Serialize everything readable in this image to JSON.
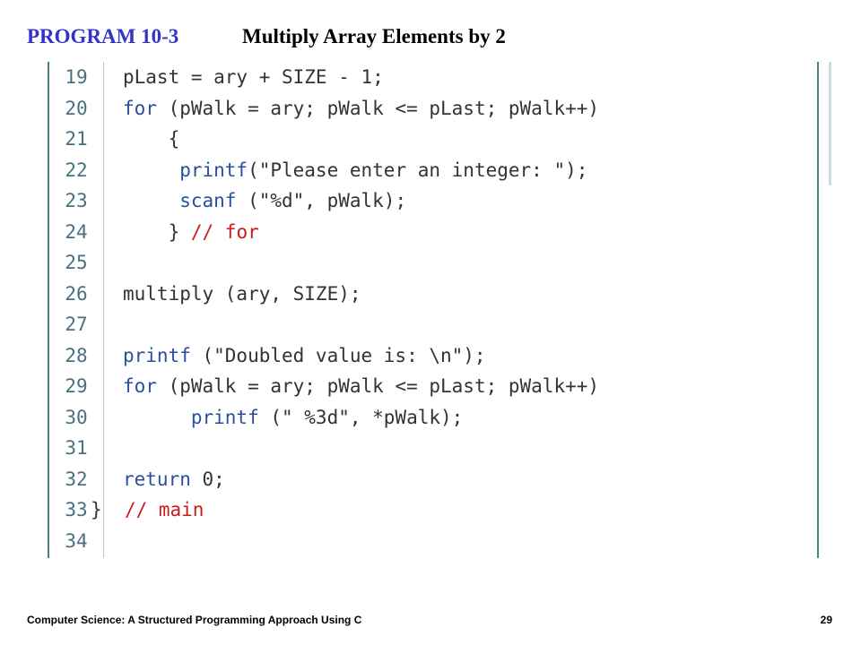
{
  "title": {
    "program": "PROGRAM 10-3",
    "text": "Multiply Array Elements by 2"
  },
  "code": {
    "lines": [
      {
        "number": "19",
        "indent": "",
        "tokens": [
          {
            "text": "pLast = ary + SIZE - 1;",
            "kind": "tx"
          }
        ]
      },
      {
        "number": "20",
        "indent": "",
        "tokens": [
          {
            "text": "for",
            "kind": "kw"
          },
          {
            "text": " (pWalk = ary; pWalk <= pLast; pWalk++)",
            "kind": "tx"
          }
        ]
      },
      {
        "number": "21",
        "indent": "    ",
        "tokens": [
          {
            "text": "{",
            "kind": "tx"
          }
        ]
      },
      {
        "number": "22",
        "indent": "     ",
        "tokens": [
          {
            "text": "printf",
            "kind": "kw"
          },
          {
            "text": "(\"Please enter an integer: \");",
            "kind": "tx"
          }
        ]
      },
      {
        "number": "23",
        "indent": "     ",
        "tokens": [
          {
            "text": "scanf",
            "kind": "kw"
          },
          {
            "text": " (\"%d\", pWalk);",
            "kind": "tx"
          }
        ]
      },
      {
        "number": "24",
        "indent": "    ",
        "tokens": [
          {
            "text": "} ",
            "kind": "tx"
          },
          {
            "text": "// for",
            "kind": "cm"
          }
        ]
      },
      {
        "number": "25",
        "indent": "",
        "tokens": []
      },
      {
        "number": "26",
        "indent": "",
        "tokens": [
          {
            "text": "multiply (ary, SIZE);",
            "kind": "tx"
          }
        ]
      },
      {
        "number": "27",
        "indent": "",
        "tokens": []
      },
      {
        "number": "28",
        "indent": "",
        "tokens": [
          {
            "text": "printf",
            "kind": "kw"
          },
          {
            "text": " (\"Doubled value is: \\n\");",
            "kind": "tx"
          }
        ]
      },
      {
        "number": "29",
        "indent": "",
        "tokens": [
          {
            "text": "for",
            "kind": "kw"
          },
          {
            "text": " (pWalk = ary; pWalk <= pLast; pWalk++)",
            "kind": "tx"
          }
        ]
      },
      {
        "number": "30",
        "indent": "      ",
        "tokens": [
          {
            "text": "printf",
            "kind": "kw"
          },
          {
            "text": " (\" %3d\", *pWalk);",
            "kind": "tx"
          }
        ]
      },
      {
        "number": "31",
        "indent": "",
        "tokens": []
      },
      {
        "number": "32",
        "indent": "",
        "tokens": [
          {
            "text": "return",
            "kind": "kw"
          },
          {
            "text": " 0;",
            "kind": "tx"
          }
        ]
      },
      {
        "number": "33",
        "indent": "",
        "outdent": true,
        "tokens": [
          {
            "text": "}  ",
            "kind": "tx"
          },
          {
            "text": "// main",
            "kind": "cm"
          }
        ]
      },
      {
        "number": "34",
        "indent": "",
        "tokens": []
      }
    ]
  },
  "footer": {
    "left": "Computer Science: A Structured Programming Approach Using C",
    "right": "29"
  },
  "colors": {
    "program_label": "#3333cc",
    "keyword": "#2a4fa0",
    "comment": "#cc1a1a",
    "frame": "#4a7f89"
  }
}
